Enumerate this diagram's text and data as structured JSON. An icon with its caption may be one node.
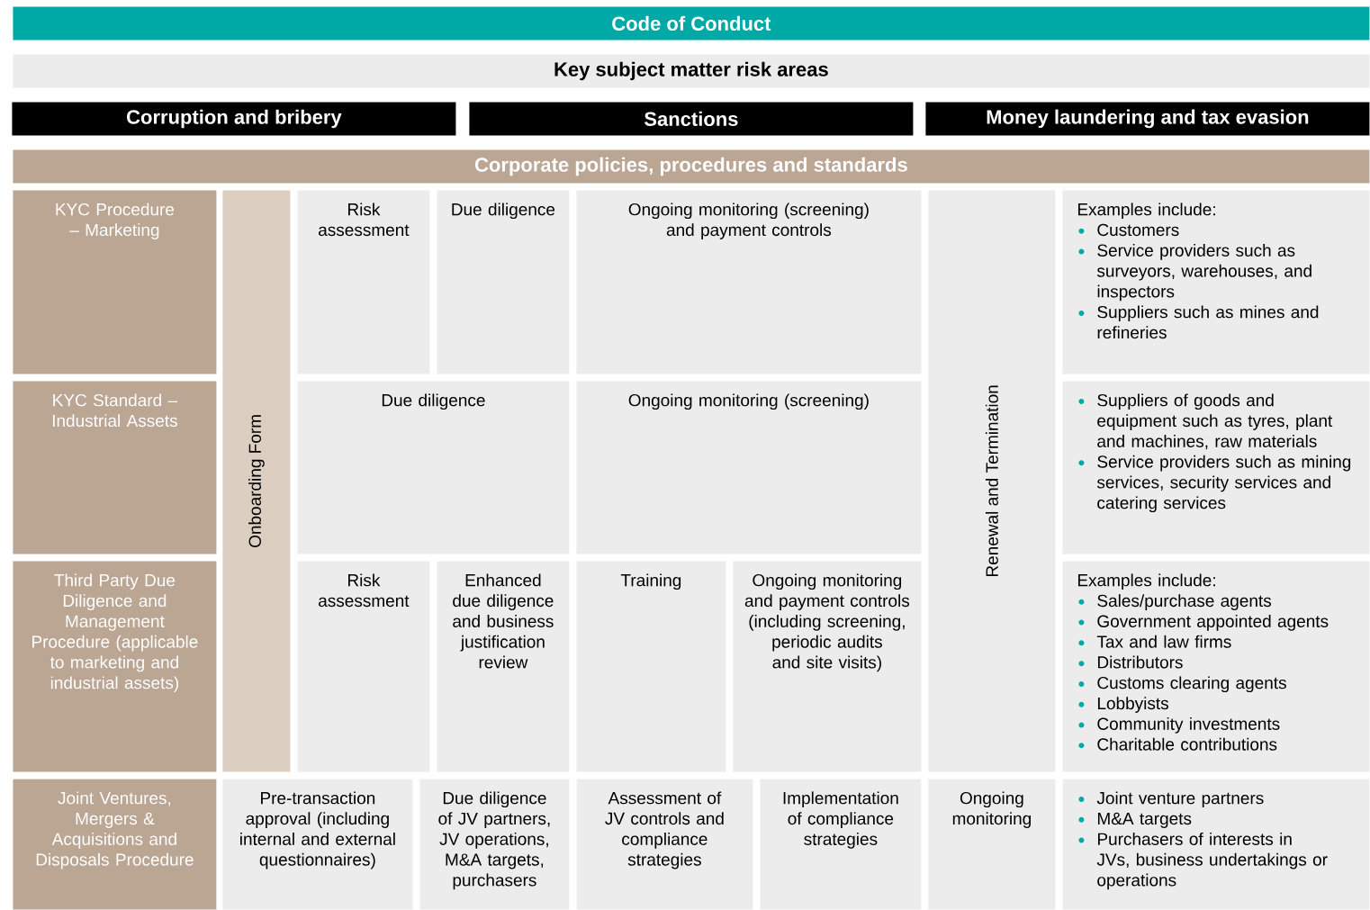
{
  "diagram": {
    "nodes": [
      {
        "text": [
          "Code of Conduct"
        ]
      },
      {
        "text": [
          "Key subject matter risk areas"
        ]
      },
      {
        "text": [
          "Corruption and bribery"
        ]
      },
      {
        "text": [
          "Sanctions"
        ]
      },
      {
        "text": [
          "Money laundering and tax evasion"
        ]
      },
      {
        "text": [
          "Corporate policies, procedures and standards"
        ]
      },
      {
        "text": [
          "KYC Procedure – Marketing"
        ]
      },
      {
        "text": [
          "Onboarding Form"
        ]
      },
      {
        "text": [
          "Risk assessment"
        ]
      },
      {
        "text": [
          "Due diligence"
        ]
      },
      {
        "text": [
          "Ongoing monitoring (screening) and payment controls"
        ]
      },
      {
        "text": [
          "Renewal and Termination"
        ]
      },
      {
        "text": [
          "Examples include:",
          "Customers",
          "Service providers such as surveyors, warehouses, and inspectors",
          "Suppliers such as mines and refineries"
        ]
      },
      {
        "text": [
          "KYC Standard – Industrial Assets"
        ]
      },
      {
        "text": [
          "Due diligence"
        ]
      },
      {
        "text": [
          "Ongoing monitoring (screening)"
        ]
      },
      {
        "text": [
          "Suppliers of goods and equipment such as tyres, plant and machines, raw materials",
          "Service providers such as mining services, security services and catering services"
        ]
      },
      {
        "text": [
          "Third Party Due Diligence and Management Procedure (applicable to marketing and industrial assets)"
        ]
      },
      {
        "text": [
          "Risk assessment"
        ]
      },
      {
        "text": [
          "Enhanced due diligence and business justification review"
        ]
      },
      {
        "text": [
          "Training"
        ]
      },
      {
        "text": [
          "Ongoing monitoring and payment controls (including screening, periodic audits and site visits)"
        ]
      },
      {
        "text": [
          "Examples include:",
          "Sales/purchase agents",
          "Government appointed agents",
          "Tax and law firms",
          "Distributors",
          "Customs clearing agents",
          "Lobbyists",
          "Community investments",
          "Charitable contributions"
        ]
      },
      {
        "text": [
          "Joint Ventures, Mergers & Acquisitions and Disposals Procedure"
        ]
      },
      {
        "text": [
          "Pre-transaction approval (including internal and external questionnaires)"
        ]
      },
      {
        "text": [
          "Due diligence of JV partners, JV operations, M&A targets, purchasers"
        ]
      },
      {
        "text": [
          "Assessment of JV controls and compliance strategies"
        ]
      },
      {
        "text": [
          "Implementation of compliance strategies"
        ]
      },
      {
        "text": [
          "Ongoing monitoring"
        ]
      },
      {
        "text": [
          "Joint venture partners",
          "M&A targets",
          "Purchasers of interests in JVs, business undertakings or operations"
        ]
      }
    ]
  }
}
